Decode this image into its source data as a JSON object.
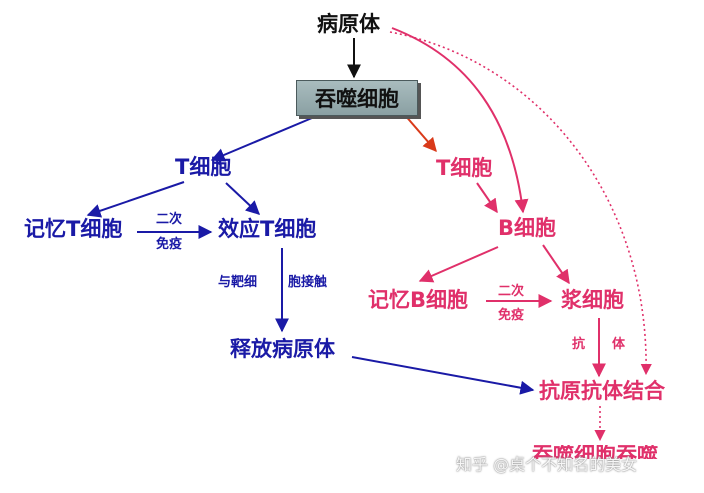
{
  "diagram": {
    "colors": {
      "blue": "#1a1aa6",
      "pink": "#e0306a",
      "red": "#d93a1a",
      "black": "#111111"
    },
    "nodes": {
      "pathogen": "病原体",
      "macrophage": "吞噬细胞",
      "t_cell_left": "T细胞",
      "memory_t": "记忆T细胞",
      "effector_t": "效应T细胞",
      "release_pathogen": "释放病原体",
      "t_cell_right": "T细胞",
      "b_cell": "B细胞",
      "memory_b": "记忆B细胞",
      "plasma_cell": "浆细胞",
      "antigen_antibody": "抗原抗体结合",
      "phagocytosis": "吞噬细胞吞噬"
    },
    "labels": {
      "second_immune_left_top": "二次",
      "second_immune_left_bottom": "免疫",
      "contact_left": "与靶细",
      "contact_right": "胞接触",
      "second_immune_right_top": "二次",
      "second_immune_right_bottom": "免疫",
      "antibody_left": "抗",
      "antibody_right": "体"
    },
    "watermark": "知乎 @桌个不知名的美女"
  }
}
